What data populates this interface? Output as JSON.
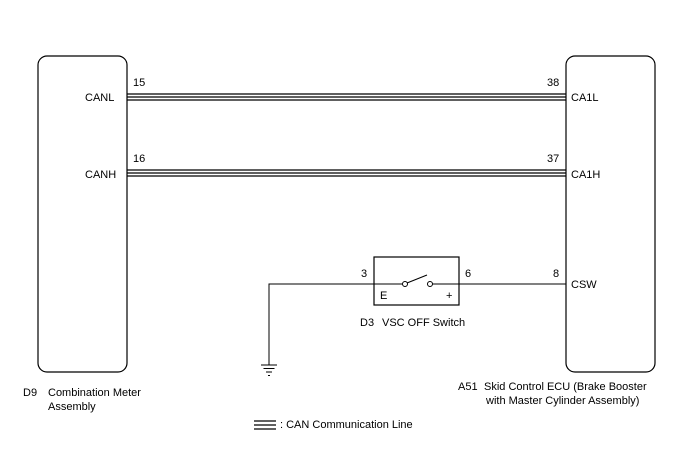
{
  "components": {
    "left": {
      "ref": "D9",
      "name_line1": "Combination Meter",
      "name_line2": "Assembly"
    },
    "right": {
      "ref": "A51",
      "name_line1": "Skid Control ECU (Brake Booster",
      "name_line2": "with Master Cylinder Assembly)"
    },
    "switch": {
      "ref": "D3",
      "name": "VSC OFF Switch",
      "terminal_e": "E",
      "terminal_plus": "+"
    }
  },
  "wires": [
    {
      "left_pin": "15",
      "left_label": "CANL",
      "right_pin": "38",
      "right_label": "CA1L",
      "type": "can"
    },
    {
      "left_pin": "16",
      "left_label": "CANH",
      "right_pin": "37",
      "right_label": "CA1H",
      "type": "can"
    }
  ],
  "switch_circuit": {
    "ground_pin": "3",
    "switch_out_pin": "6",
    "ecu_pin": "8",
    "ecu_label": "CSW"
  },
  "legend": {
    "text": ": CAN Communication Line"
  },
  "colors": {
    "line": "#000000",
    "background": "#ffffff"
  }
}
